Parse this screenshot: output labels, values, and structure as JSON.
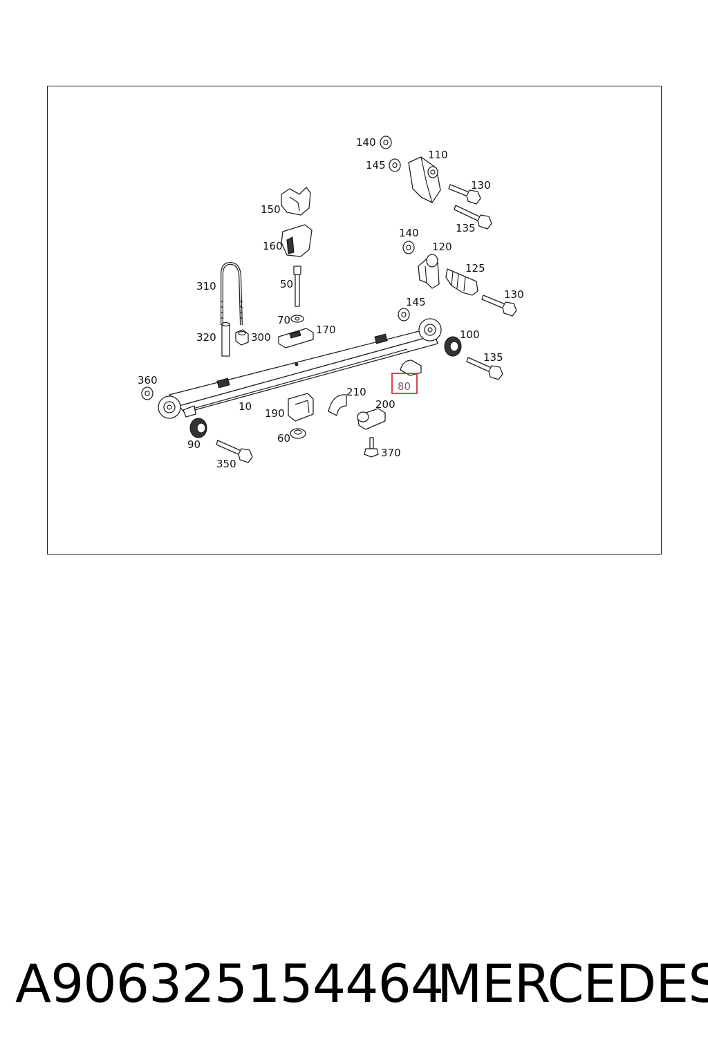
{
  "diagram": {
    "highlighted_part": "80",
    "labels": {
      "p140a": "140",
      "p145a": "145",
      "p110": "110",
      "p130a": "130",
      "p135a": "135",
      "p150": "150",
      "p160": "160",
      "p140b": "140",
      "p120": "120",
      "p125": "125",
      "p130b": "130",
      "p310": "310",
      "p50": "50",
      "p145b": "145",
      "p70": "70",
      "p170": "170",
      "p320": "320",
      "p300": "300",
      "p100": "100",
      "p135b": "135",
      "p80": "80",
      "p360": "360",
      "p10": "10",
      "p210": "210",
      "p200": "200",
      "p190": "190",
      "p90": "90",
      "p60": "60",
      "p370": "370",
      "p350": "350"
    }
  },
  "footer": {
    "part_number": "A906325154464",
    "brand": "MERCEDES"
  },
  "colors": {
    "highlight": "#d0343a",
    "frame": "#1a1a3a"
  }
}
